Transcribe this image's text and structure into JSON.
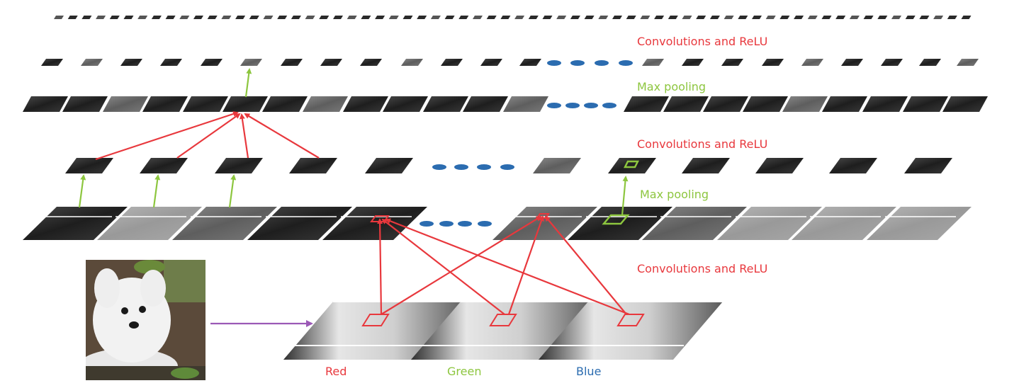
{
  "labels": {
    "conv_relu_top": "Convolutions and ReLU",
    "max_pool_top": "Max pooling",
    "conv_relu_mid": "Convolutions and ReLU",
    "max_pool_mid": "Max pooling",
    "conv_relu_bottom": "Convolutions and ReLU"
  },
  "channels": [
    "Red",
    "Green",
    "Blue"
  ],
  "colors": {
    "conv_arrow": "#e8383d",
    "pool_arrow": "#8dc63f",
    "input_arrow": "#9b59b6",
    "ellipsis": "#2b6cb0"
  },
  "input_image": "puppy-photo"
}
